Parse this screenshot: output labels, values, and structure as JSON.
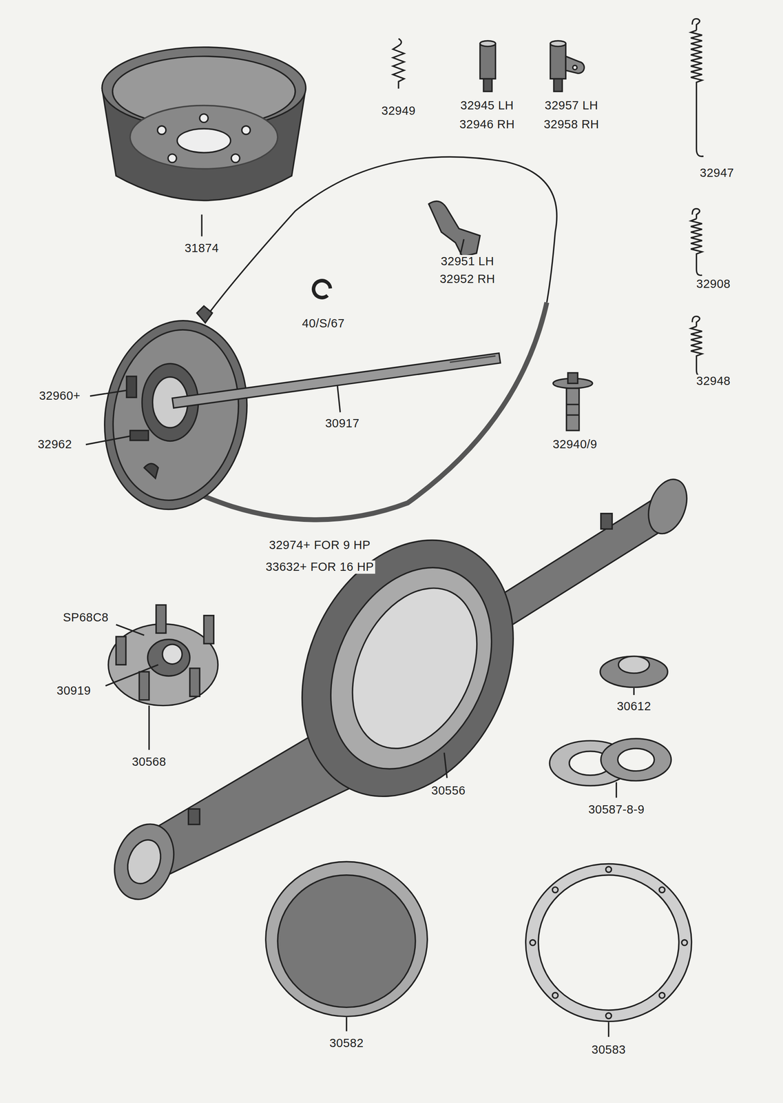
{
  "diagram": {
    "labels": [
      "32949",
      "32945 LH",
      "32946 RH",
      "32957 LH",
      "32958 RH",
      "32947",
      "31874",
      "32951 LH",
      "32952 RH",
      "40/S/67",
      "32908",
      "32948",
      "32960+",
      "32962",
      "30917",
      "32940/9",
      "32974+ FOR 9 HP",
      "33632+ FOR 16 HP",
      "SP68C8",
      "30919",
      "30568",
      "30612",
      "30556",
      "30587-8-9",
      "30582",
      "30583"
    ]
  }
}
